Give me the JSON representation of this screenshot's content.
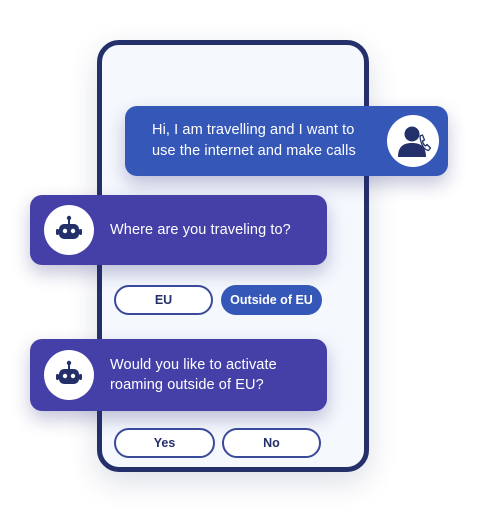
{
  "conversation": {
    "user_message": "Hi, I am travelling and I want to use the internet and make calls",
    "bot_question_1": "Where are you traveling to?",
    "bot_question_2": "Would you like to activate roaming outside of EU?"
  },
  "options_1": {
    "eu": "EU",
    "outside_eu": "Outside of EU",
    "selected": "Outside of EU"
  },
  "options_2": {
    "yes": "Yes",
    "no": "No"
  },
  "icons": {
    "user_avatar": "user-phone-icon",
    "bot_avatar": "robot-icon"
  },
  "colors": {
    "phone_frame": "#24306a",
    "user_bubble": "#3557b8",
    "bot_bubble": "#4540a8",
    "chip_selected": "#3557b8"
  }
}
